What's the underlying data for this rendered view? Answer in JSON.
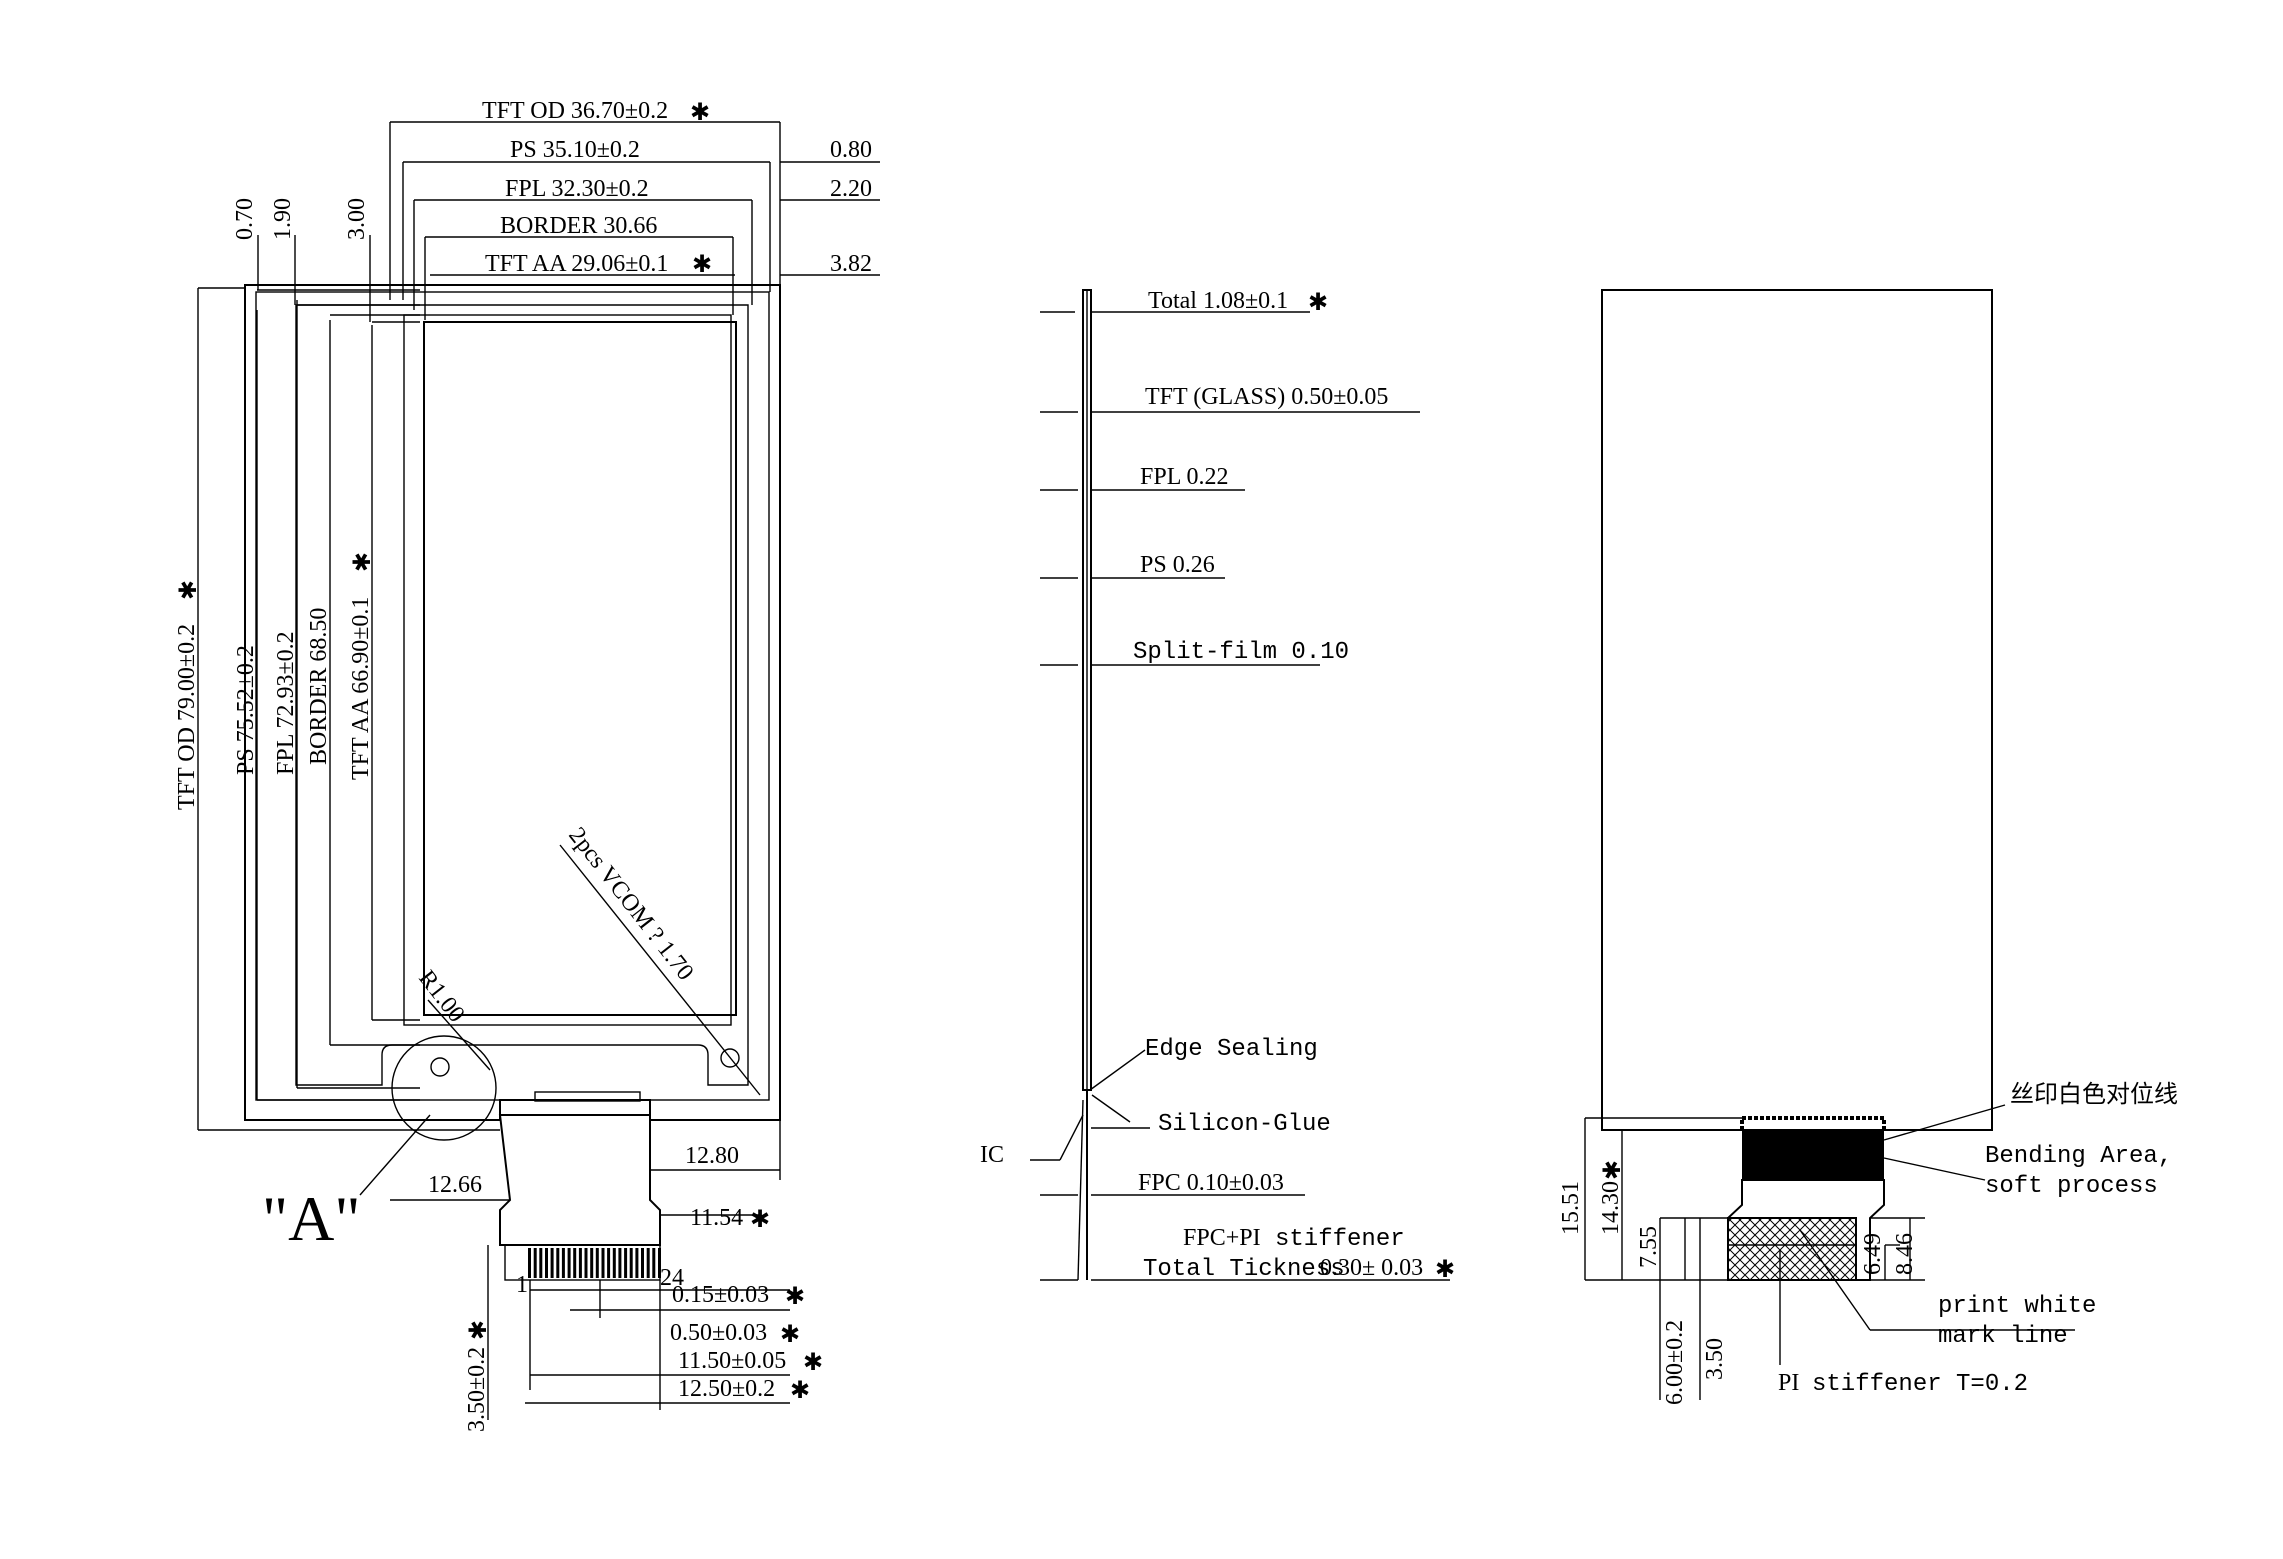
{
  "front_view": {
    "width_dims": {
      "tft_od": "TFT OD 36.70±0.2",
      "ps": "PS  35.10±0.2",
      "fpl": "FPL 32.30±0.2",
      "border": "BORDER 30.66",
      "tft_aa": "TFT AA 29.06±0.1"
    },
    "right_offsets": [
      "0.80",
      "2.20",
      "3.82"
    ],
    "top_offsets": [
      "0.70",
      "1.90",
      "3.00"
    ],
    "height_dims": {
      "tft_od": "TFT OD 79.00±0.2",
      "ps": "PS  75.52±0.2",
      "fpl": "FPL 72.93±0.2",
      "border": "BORDER 68.50",
      "tft_aa": "TFT AA 66.90±0.1"
    },
    "vcom_note": "2pcs VCOM ? 1.70",
    "radius": "R1.00",
    "detail_label": "\"A\"",
    "fpc_dims": {
      "left": "12.66",
      "right": "12.80",
      "fpc_right": "11.54",
      "pin_first": "1",
      "pin_last": "24",
      "pin_width": "0.15±0.03",
      "pitch": "0.50±0.03",
      "pin_span": "11.50±0.05",
      "fpc_width": "12.50±0.2",
      "finger_len": "3.50±0.2"
    },
    "star": "✱"
  },
  "side_view": {
    "total": "Total 1.08±0.1",
    "tft_glass": "TFT (GLASS) 0.50±0.05",
    "fpl": "FPL 0.22",
    "ps": "PS 0.26",
    "split_film": "Split-film 0.10",
    "edge_sealing": "Edge Sealing",
    "silicon_glue": "Silicon-Glue",
    "ic": "IC",
    "fpc": "FPC 0.10±0.03",
    "fpc_pi_prefix": "FPC+PI",
    "fpc_pi_suffix": "stiffener",
    "total_thickness_prefix": "Total Tickness",
    "total_thickness_value": "0.30± 0.03"
  },
  "back_view": {
    "silk_note": "丝印白色对位线",
    "bending_area_1": "Bending Area,",
    "bending_area_2": "soft process",
    "dims": {
      "d1551": "15.51",
      "d1430": "14.30",
      "d755": "7.55",
      "d600": "6.00±0.2",
      "d350": "3.50",
      "d649": "6.49",
      "d846": "8.46"
    },
    "print_white_1": "print white",
    "print_white_2": "mark line",
    "pi_prefix": "PI",
    "pi_suffix": "stiffener T=0.2"
  }
}
